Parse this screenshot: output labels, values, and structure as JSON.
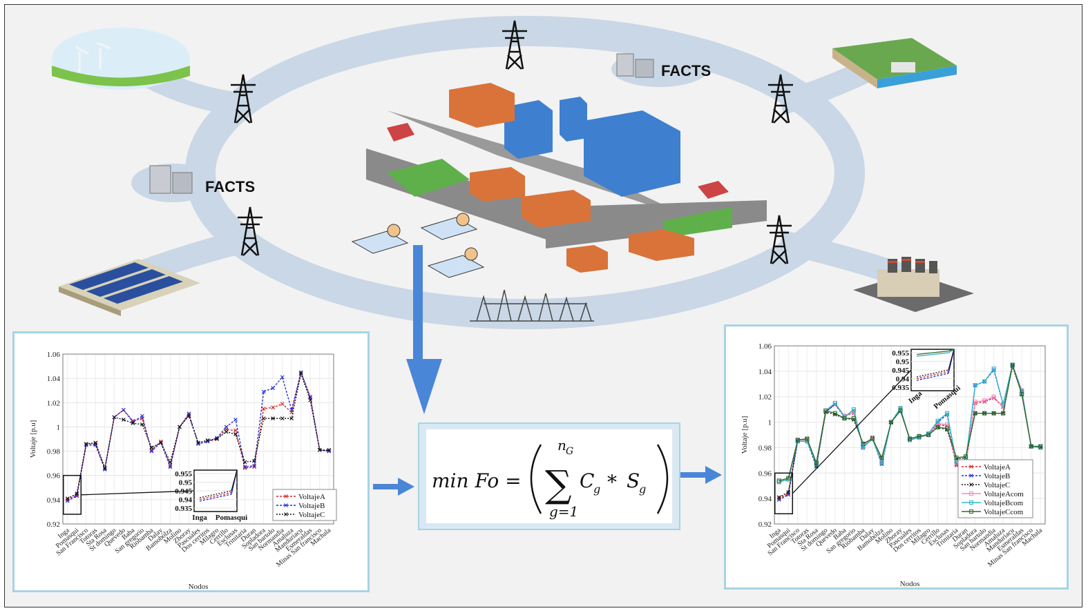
{
  "diagram": {
    "facts_labels": [
      "FACTS",
      "FACTS"
    ],
    "icons": [
      "wind-farm-icon",
      "hydro-plant-icon",
      "solar-farm-icon",
      "thermal-plant-icon",
      "transmission-tower-icon",
      "substation-icon",
      "facts-device-icon",
      "smart-city-icon",
      "operator-icon"
    ],
    "colors": {
      "ring": "#c9d7e6",
      "arrow": "#4a86d8",
      "panel_border": "#a6d4e3"
    }
  },
  "formula": {
    "lhs": "min Fo =",
    "sum_upper": "n",
    "sum_upper_sub": "G",
    "sum_lower": "g=1",
    "term_c": "C",
    "term_c_sub": "g",
    "op": "*",
    "term_s": "S",
    "term_s_sub": "g"
  },
  "chart_data": [
    {
      "type": "line",
      "xlabel": "Nodos",
      "ylabel": "Voltaje [p.u]",
      "ylim": [
        0.92,
        1.06
      ],
      "yticks": [
        "0.92",
        "0.94",
        "0.96",
        "0.98",
        "1",
        "1.02",
        "1.04",
        "1.06"
      ],
      "grid": true,
      "legend_position": "bottom-right",
      "categories": [
        "Inga",
        "Pomasqui",
        "San Francisco",
        "Totoras",
        "Sta Rosa",
        "St domingo",
        "Quevedo",
        "Baba",
        "San gregorio",
        "Riobamba",
        "Dalay",
        "Bamobolza",
        "Molino",
        "Zhoray",
        "Pascuales",
        "Dos cerritos",
        "Milagro",
        "Cerrillo",
        "Esclusas",
        "Trinitaria",
        "Duran",
        "Sopladora",
        "San bartolo",
        "Normandia",
        "Amaluza",
        "Manduriacu",
        "Esmeraldas",
        "Minas San francisco",
        "Machala"
      ],
      "series": [
        {
          "name": "VoltajeA",
          "color": "#d62728",
          "dash": "3,2",
          "marker": "x",
          "values": [
            0.94,
            0.944,
            0.986,
            0.986,
            0.966,
            1.008,
            1.014,
            1.005,
            1.007,
            0.981,
            0.988,
            0.968,
            1.0,
            1.01,
            0.986,
            0.988,
            0.99,
            0.998,
            0.997,
            0.966,
            0.967,
            1.015,
            1.016,
            1.019,
            1.012,
            1.045,
            1.025,
            0.981,
            0.98
          ]
        },
        {
          "name": "VoltajeB",
          "color": "#1f2fd6",
          "dash": "3,2",
          "marker": "x",
          "values": [
            0.939,
            0.943,
            0.985,
            0.985,
            0.965,
            1.008,
            1.014,
            1.004,
            1.009,
            0.98,
            0.987,
            0.967,
            1.0,
            1.011,
            0.986,
            0.988,
            0.991,
            1.0,
            1.006,
            0.967,
            0.968,
            1.029,
            1.032,
            1.041,
            1.014,
            1.045,
            1.024,
            0.981,
            0.98
          ]
        },
        {
          "name": "VoltajeC",
          "color": "#111111",
          "dash": "2,2",
          "marker": "x",
          "values": [
            0.941,
            0.945,
            0.986,
            0.987,
            0.966,
            1.008,
            1.006,
            1.003,
            1.002,
            0.983,
            0.987,
            0.971,
            1.0,
            1.009,
            0.987,
            0.989,
            0.99,
            0.996,
            0.994,
            0.971,
            0.972,
            1.007,
            1.007,
            1.007,
            1.007,
            1.044,
            1.022,
            0.981,
            0.981
          ]
        }
      ],
      "inset": {
        "categories": [
          "Inga",
          "Pomasqui"
        ],
        "yticks": [
          "0.955",
          "0.95",
          "0.945",
          "0.94",
          "0.935"
        ],
        "ylim": [
          0.933,
          0.957
        ]
      }
    },
    {
      "type": "line",
      "xlabel": "Nodos",
      "ylabel": "Voltaje [p.u]",
      "ylim": [
        0.92,
        1.06
      ],
      "yticks": [
        "0.92",
        "0.94",
        "0.96",
        "0.98",
        "1",
        "1.02",
        "1.04",
        "1.06"
      ],
      "grid": true,
      "legend_position": "bottom-right",
      "categories": [
        "Inga",
        "Pomasqui",
        "San Francisco",
        "Totoras",
        "Sta Rosa",
        "St domingo",
        "Quevedo",
        "Baba",
        "San gregorio",
        "Riobamba",
        "Dalay",
        "Bamobolza",
        "Molino",
        "Zhoray",
        "Pascuales",
        "Dos cerritos",
        "Milagro",
        "Cerrillo",
        "Esclusas",
        "Trinitaria",
        "Duran",
        "Sopladora",
        "San bartolo",
        "Normandia",
        "Amaluza",
        "Manduriacu",
        "Esmeraldas",
        "Minas San francisco",
        "Machala"
      ],
      "series": [
        {
          "name": "VoltajeA",
          "color": "#d62728",
          "dash": "3,2",
          "marker": "x",
          "values": [
            0.94,
            0.944,
            0.986,
            0.986,
            0.966,
            1.008,
            1.014,
            1.005,
            1.007,
            0.981,
            0.988,
            0.968,
            1.0,
            1.01,
            0.986,
            0.988,
            0.99,
            0.998,
            0.997,
            0.966,
            0.967,
            1.015,
            1.016,
            1.019,
            1.012,
            1.045,
            1.025,
            0.981,
            0.98
          ]
        },
        {
          "name": "VoltajeB",
          "color": "#1f2fd6",
          "dash": "3,2",
          "marker": "x",
          "values": [
            0.939,
            0.943,
            0.985,
            0.985,
            0.965,
            1.008,
            1.014,
            1.004,
            1.009,
            0.98,
            0.987,
            0.967,
            1.0,
            1.011,
            0.986,
            0.988,
            0.991,
            1.0,
            1.006,
            0.967,
            0.968,
            1.029,
            1.032,
            1.041,
            1.014,
            1.045,
            1.024,
            0.981,
            0.98
          ]
        },
        {
          "name": "VoltajeC",
          "color": "#111111",
          "dash": "2,2",
          "marker": "x",
          "values": [
            0.941,
            0.945,
            0.986,
            0.987,
            0.966,
            1.008,
            1.006,
            1.003,
            1.002,
            0.983,
            0.987,
            0.971,
            1.0,
            1.009,
            0.987,
            0.989,
            0.99,
            0.996,
            0.994,
            0.971,
            0.972,
            1.007,
            1.007,
            1.007,
            1.007,
            1.044,
            1.022,
            0.981,
            0.981
          ]
        },
        {
          "name": "VoltajeAcom",
          "color": "#f08bc3",
          "dash": "",
          "marker": "square",
          "values": [
            0.953,
            0.955,
            0.986,
            0.986,
            0.968,
            1.009,
            1.015,
            1.005,
            1.008,
            0.981,
            0.988,
            0.969,
            1.0,
            1.01,
            0.986,
            0.988,
            0.99,
            0.999,
            0.998,
            0.968,
            0.969,
            1.016,
            1.017,
            1.02,
            1.012,
            1.045,
            1.025,
            0.981,
            0.98
          ]
        },
        {
          "name": "VoltajeBcom",
          "color": "#2fb8c9",
          "dash": "",
          "marker": "square",
          "values": [
            0.953,
            0.955,
            0.985,
            0.985,
            0.967,
            1.009,
            1.015,
            1.004,
            1.01,
            0.98,
            0.987,
            0.968,
            1.0,
            1.011,
            0.986,
            0.988,
            0.991,
            1.001,
            1.007,
            0.969,
            0.97,
            1.029,
            1.032,
            1.042,
            1.014,
            1.045,
            1.024,
            0.981,
            0.98
          ]
        },
        {
          "name": "VoltajeCcom",
          "color": "#2f6b2f",
          "dash": "",
          "marker": "square",
          "values": [
            0.954,
            0.956,
            0.986,
            0.987,
            0.968,
            1.009,
            1.007,
            1.003,
            1.003,
            0.983,
            0.987,
            0.972,
            1.0,
            1.009,
            0.987,
            0.989,
            0.99,
            0.996,
            0.995,
            0.972,
            0.973,
            1.007,
            1.007,
            1.007,
            1.007,
            1.045,
            1.022,
            0.981,
            0.981
          ]
        }
      ],
      "inset": {
        "categories": [
          "Inga",
          "Pomasqui"
        ],
        "yticks": [
          "0.955",
          "0.95",
          "0.945",
          "0.94",
          "0.935"
        ],
        "ylim": [
          0.933,
          0.957
        ]
      }
    }
  ]
}
